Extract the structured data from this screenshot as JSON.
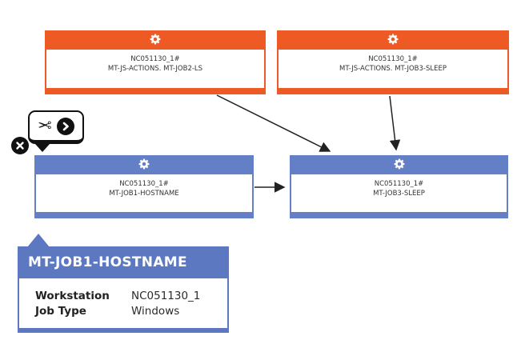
{
  "colors": {
    "orange": "#ee5a24",
    "blue": "#6380c6",
    "tooltip-blue": "#5b78c0",
    "arrow": "#222222"
  },
  "nodes": [
    {
      "line1": "NC051130_1#",
      "line2": "MT-JS-ACTIONS. MT-JOB2-LS"
    },
    {
      "line1": "NC051130_1#",
      "line2": "MT-JS-ACTIONS. MT-JOB3-SLEEP"
    },
    {
      "line1": "NC051130_1#",
      "line2": "MT-JOB1-HOSTNAME"
    },
    {
      "line1": "NC051130_1#",
      "line2": "MT-JOB3-SLEEP"
    }
  ],
  "toolbar": {
    "scissors_glyph": "✂"
  },
  "tooltip": {
    "title": "MT-JOB1-HOSTNAME",
    "rows": [
      {
        "label": "Workstation",
        "value": "NC051130_1"
      },
      {
        "label": "Job Type",
        "value": "Windows"
      }
    ]
  }
}
